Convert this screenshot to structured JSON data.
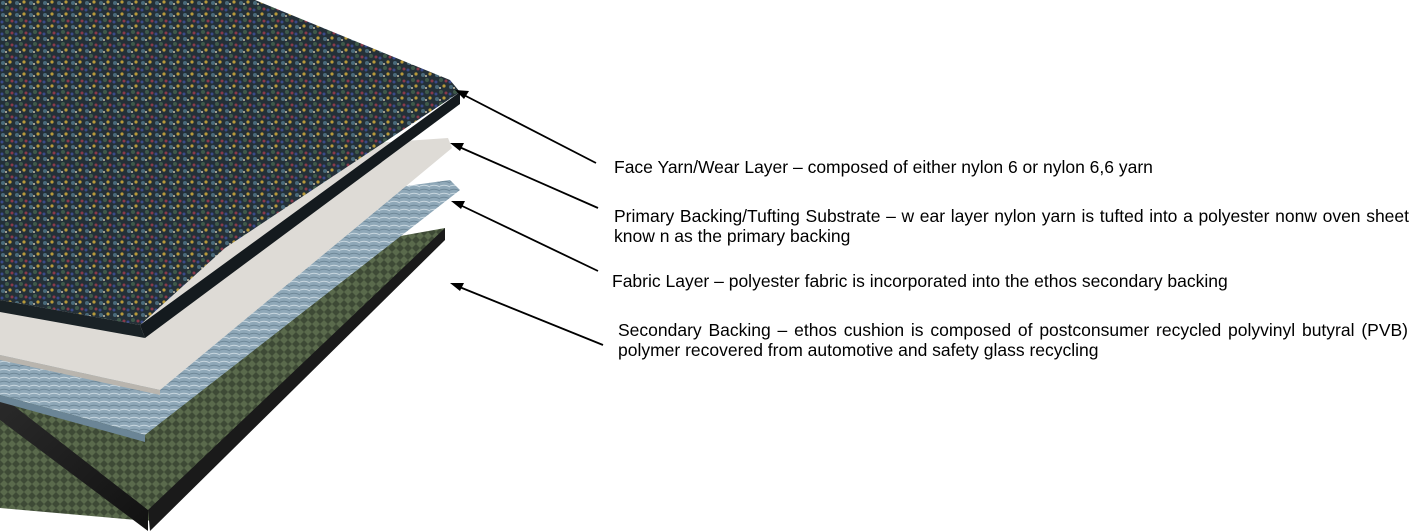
{
  "callouts": [
    {
      "text": "Face Yarn/Wear Layer – composed of either nylon 6 or nylon 6,6 yarn"
    },
    {
      "text": "Primary Backing/Tufting Substrate – w ear layer nylon  yarn is tufted into a polyester nonw oven sheet know n as the primary backing"
    },
    {
      "text": "Fabric Layer – polyester fabric is incorporated into the ethos secondary backing"
    },
    {
      "text": "Secondary Backing – ethos cushion is composed of postconsumer recycled polyvinyl butyral (PVB) polymer recovered from automotive and safety glass recycling"
    }
  ],
  "layers": [
    {
      "name": "face-yarn",
      "color": "#2a3a44"
    },
    {
      "name": "primary-backing",
      "color": "#dcd9d4"
    },
    {
      "name": "fabric",
      "color": "#8aa4b4"
    },
    {
      "name": "secondary-backing",
      "color": "#3c4a32"
    }
  ]
}
